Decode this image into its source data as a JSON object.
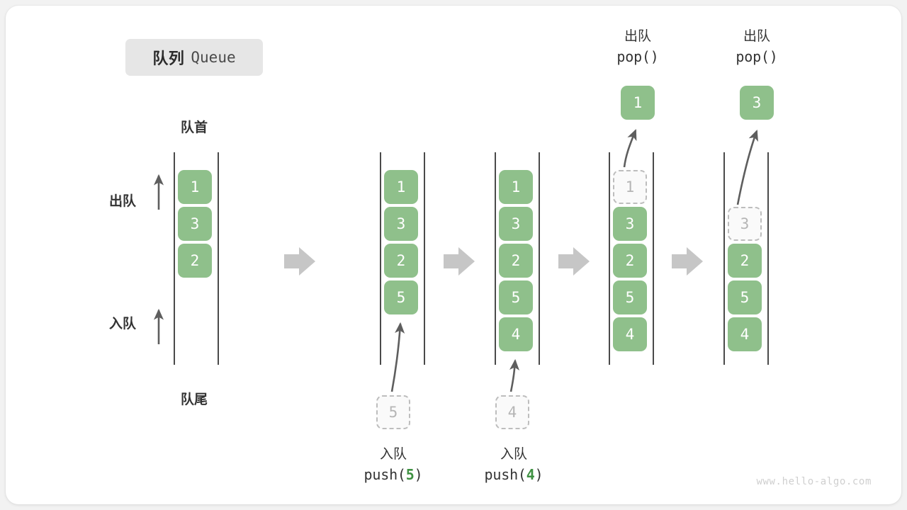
{
  "title": {
    "cn": "队列",
    "en": "Queue"
  },
  "labels": {
    "head": "队首",
    "tail": "队尾",
    "dequeue": "出队",
    "enqueue": "入队"
  },
  "watermark": "www.hello-algo.com",
  "colors": {
    "element_green": "#8fc08b",
    "arrow_gray": "#c6c6c6",
    "rail_dark": "#4a4a4a",
    "ghost_border": "#bdbdbd",
    "badge_bg": "#e6e6e6",
    "code_arg_green": "#3f9142"
  },
  "operations": {
    "push5": {
      "cn": "入队",
      "fn": "push(",
      "arg": "5",
      "close": ")"
    },
    "push4": {
      "cn": "入队",
      "fn": "push(",
      "arg": "4",
      "close": ")"
    },
    "pop1": {
      "cn": "出队",
      "fn": "pop(",
      "arg": "",
      "close": ")"
    },
    "pop2": {
      "cn": "出队",
      "fn": "pop(",
      "arg": "",
      "close": ")"
    }
  },
  "columns": [
    {
      "name": "initial-queue",
      "cells": [
        {
          "value": "1",
          "state": "filled"
        },
        {
          "value": "3",
          "state": "filled"
        },
        {
          "value": "2",
          "state": "filled"
        }
      ]
    },
    {
      "name": "after-push-5",
      "cells": [
        {
          "value": "1",
          "state": "filled"
        },
        {
          "value": "3",
          "state": "filled"
        },
        {
          "value": "2",
          "state": "filled"
        },
        {
          "value": "5",
          "state": "filled"
        }
      ],
      "incoming": {
        "value": "5",
        "state": "ghost"
      }
    },
    {
      "name": "after-push-4",
      "cells": [
        {
          "value": "1",
          "state": "filled"
        },
        {
          "value": "3",
          "state": "filled"
        },
        {
          "value": "2",
          "state": "filled"
        },
        {
          "value": "5",
          "state": "filled"
        },
        {
          "value": "4",
          "state": "filled"
        }
      ],
      "incoming": {
        "value": "4",
        "state": "ghost"
      }
    },
    {
      "name": "after-pop-1",
      "cells": [
        {
          "value": "1",
          "state": "ghost"
        },
        {
          "value": "3",
          "state": "filled"
        },
        {
          "value": "2",
          "state": "filled"
        },
        {
          "value": "5",
          "state": "filled"
        },
        {
          "value": "4",
          "state": "filled"
        }
      ],
      "popped": {
        "value": "1",
        "state": "filled"
      }
    },
    {
      "name": "after-pop-3",
      "cells": [
        {
          "value": "",
          "state": "empty"
        },
        {
          "value": "3",
          "state": "ghost"
        },
        {
          "value": "2",
          "state": "filled"
        },
        {
          "value": "5",
          "state": "filled"
        },
        {
          "value": "4",
          "state": "filled"
        }
      ],
      "popped": {
        "value": "3",
        "state": "filled"
      }
    }
  ]
}
